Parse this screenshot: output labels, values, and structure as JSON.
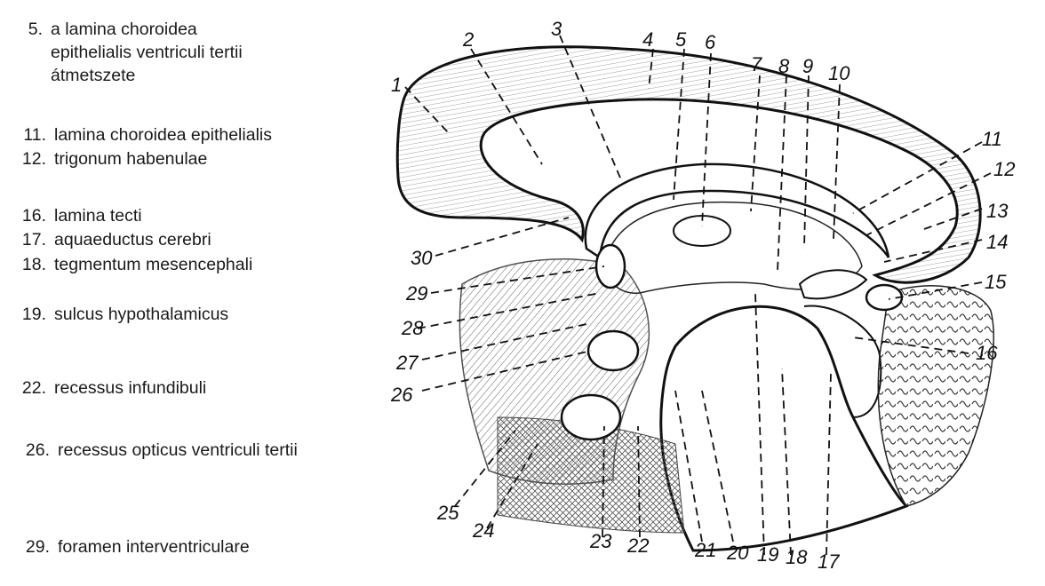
{
  "legend": [
    {
      "num": "5.",
      "text": "a lamina choroidea\nepithelialis ventriculi tertii\nátmetszete"
    },
    {
      "num": "11.",
      "text": "lamina choroidea epithelialis"
    },
    {
      "num": "12.",
      "text": "trigonum habenulae"
    },
    {
      "num": "16.",
      "text": "lamina tecti"
    },
    {
      "num": "17.",
      "text": "aquaeductus cerebri"
    },
    {
      "num": "18.",
      "text": "tegmentum  mesencephali"
    },
    {
      "num": "19.",
      "text": "sulcus hypothalamicus"
    },
    {
      "num": "22.",
      "text": "recessus infundibuli"
    },
    {
      "num": "26.",
      "text": "recessus opticus ventriculi tertii"
    },
    {
      "num": "29.",
      "text": "foramen interventriculare"
    }
  ],
  "callouts": [
    "1",
    "2",
    "3",
    "4",
    "5",
    "6",
    "7",
    "8",
    "9",
    "10",
    "11",
    "12",
    "13",
    "14",
    "15",
    "16",
    "17",
    "18",
    "19",
    "20",
    "21",
    "22",
    "23",
    "24",
    "25",
    "26",
    "27",
    "28",
    "29",
    "30"
  ]
}
